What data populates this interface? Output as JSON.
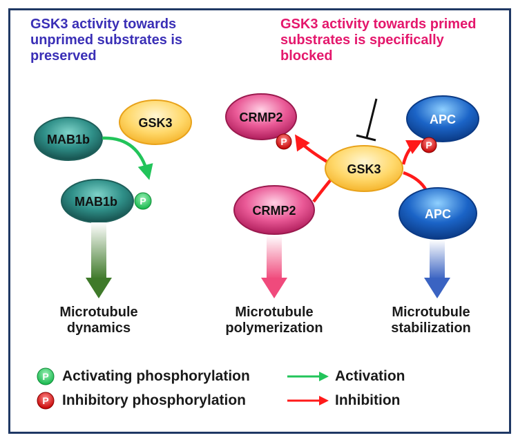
{
  "headers": {
    "left": "GSK3 activity towards unprimed substrates is preserved",
    "right": "GSK3 activity towards primed substrates is specifically blocked"
  },
  "nodes": {
    "mab1b_top": "MAB1b",
    "gsk3_left": "GSK3",
    "mab1b_bottom": "MAB1b",
    "crmp2_top": "CRMP2",
    "gsk3_center": "GSK3",
    "apc_top": "APC",
    "crmp2_bottom": "CRMP2",
    "apc_bottom": "APC"
  },
  "badges": {
    "activating": "P",
    "inhibitory": "P"
  },
  "outcomes": {
    "dynamics": [
      "Microtubule",
      "dynamics"
    ],
    "polymerization": [
      "Microtubule",
      "polymerization"
    ],
    "stabilization": [
      "Microtubule",
      "stabilization"
    ]
  },
  "legend": {
    "activating_phosphorylation": "Activating phosphorylation",
    "inhibitory_phosphorylation": "Inhibitory phosphorylation",
    "activation": "Activation",
    "inhibition": "Inhibition"
  },
  "colors": {
    "frame": "#1f3864",
    "header_left": "#3a2fb6",
    "header_right": "#e4176c",
    "activation_arrow": "#22c45a",
    "inhibition_arrow": "#ff1a1a",
    "mab1b": "#2f8f88",
    "gsk3": "#ffd15c",
    "crmp2": "#e23c83",
    "apc": "#1b64c7"
  }
}
